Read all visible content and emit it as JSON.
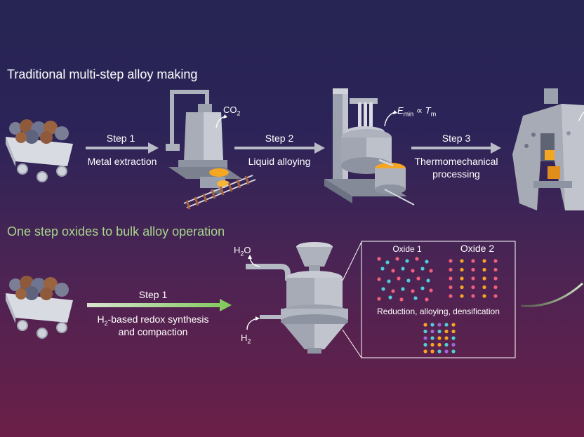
{
  "top": {
    "title": "Traditional multi-step alloy making",
    "steps": [
      {
        "step": "Step 1",
        "desc": "Metal extraction"
      },
      {
        "step": "Step 2",
        "desc": "Liquid alloying"
      },
      {
        "step": "Step 3",
        "desc_line1": "Thermomechanical",
        "desc_line2": "processing"
      }
    ],
    "co2": {
      "base": "CO",
      "sub": "2"
    },
    "emin": {
      "e": "E",
      "e_sub": "min",
      "prop": "∝",
      "t": "T",
      "t_sub": "m"
    }
  },
  "bottom": {
    "title": "One step oxides to bulk alloy operation",
    "step": "Step 1",
    "desc_line1": "-based redox synthesis",
    "desc_line1_prefix": {
      "base": "H",
      "sub": "2"
    },
    "desc_line2": "and compaction",
    "h2o": {
      "base": "H",
      "sub": "2",
      "tail": "O"
    },
    "h2": {
      "base": "H",
      "sub": "2"
    },
    "inset": {
      "oxide1": "Oxide 1",
      "oxide2": "Oxide 2",
      "caption": "Reduction, alloying, densification"
    }
  },
  "colors": {
    "heading_top": "#ffffff",
    "heading_bottom": "#a8d68a",
    "arrow_gray": "#b9bcc6",
    "arrow_green": "#7fc95a",
    "dot_pink": "#f0607a",
    "dot_cyan": "#4fd0d8",
    "dot_orange": "#f5a623",
    "dot_purple": "#a066d8"
  }
}
